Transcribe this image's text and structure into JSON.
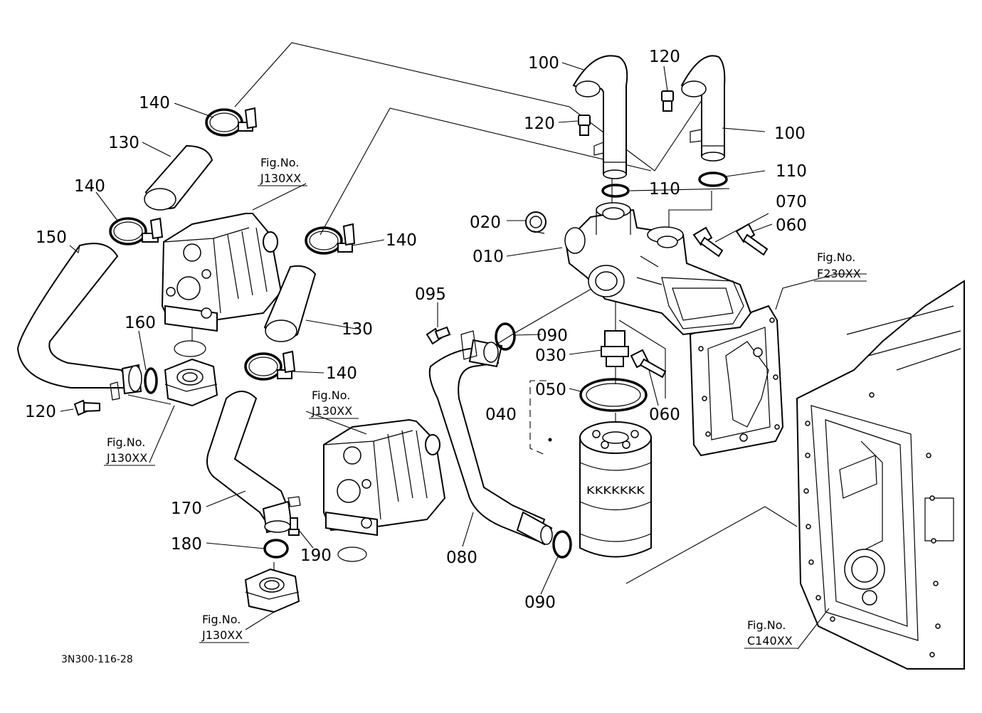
{
  "diagram": {
    "part_labels": {
      "p100a": "100",
      "p100b": "100",
      "p120a": "120",
      "p120b": "120",
      "p120c": "120",
      "p140a": "140",
      "p140b": "140",
      "p140c": "140",
      "p140d": "140",
      "p130a": "130",
      "p130b": "130",
      "p150": "150",
      "p160": "160",
      "p110a": "110",
      "p110b": "110",
      "p020": "020",
      "p010": "010",
      "p070": "070",
      "p060a": "060",
      "p060b": "060",
      "p095": "095",
      "p090a": "090",
      "p090b": "090",
      "p030": "030",
      "p050": "050",
      "p040": "040",
      "p080": "080",
      "p170": "170",
      "p180": "180",
      "p190": "190"
    },
    "fig_refs": {
      "j130_top": {
        "line1": "Fig.No.",
        "line2": "J130XX"
      },
      "j130_left": {
        "line1": "Fig.No.",
        "line2": "J130XX"
      },
      "j130_mid": {
        "line1": "Fig.No.",
        "line2": "J130XX"
      },
      "j130_bottom": {
        "line1": "Fig.No.",
        "line2": "J130XX"
      },
      "f230": {
        "line1": "Fig.No.",
        "line2": "F230XX"
      },
      "c140": {
        "line1": "Fig.No.",
        "line2": "C140XX"
      }
    },
    "filter_brand": "KKKKKKK",
    "drawing_code": "3N300-116-28"
  }
}
